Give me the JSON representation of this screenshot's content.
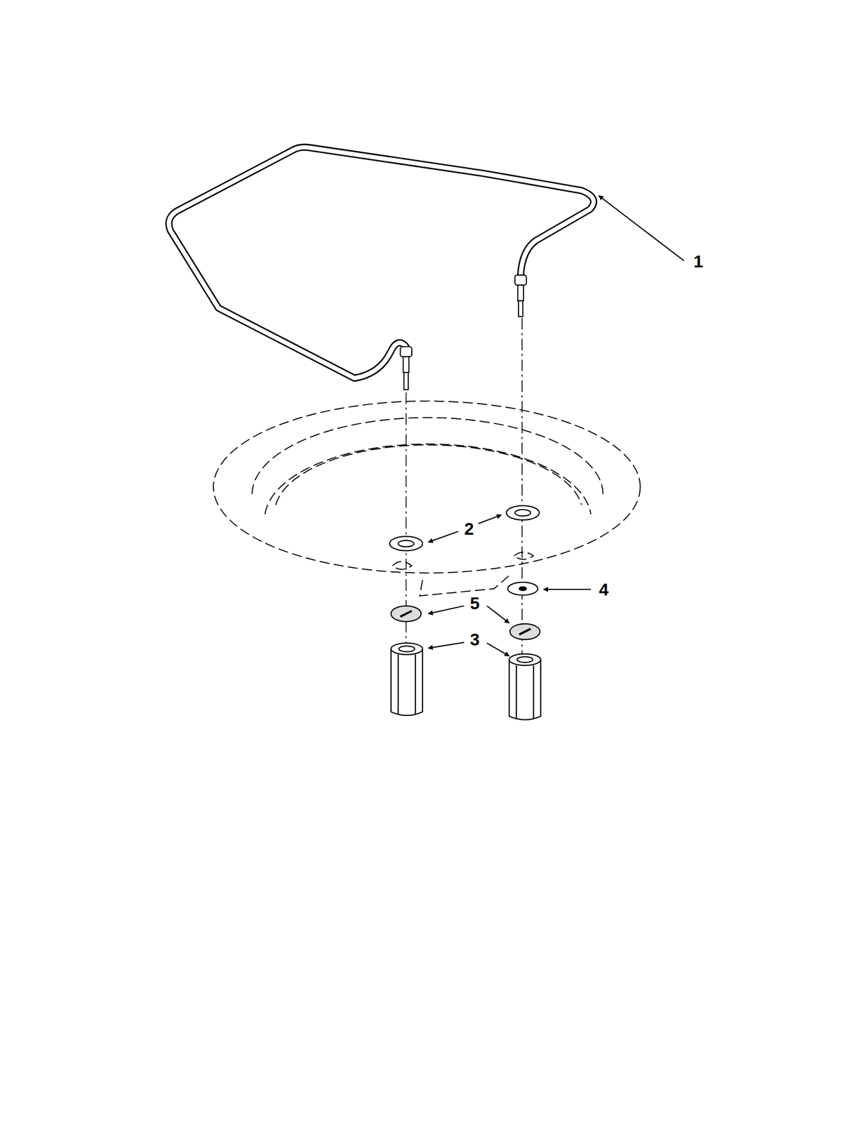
{
  "diagram": {
    "labels": [
      "1",
      "2",
      "4",
      "5",
      "3"
    ]
  }
}
